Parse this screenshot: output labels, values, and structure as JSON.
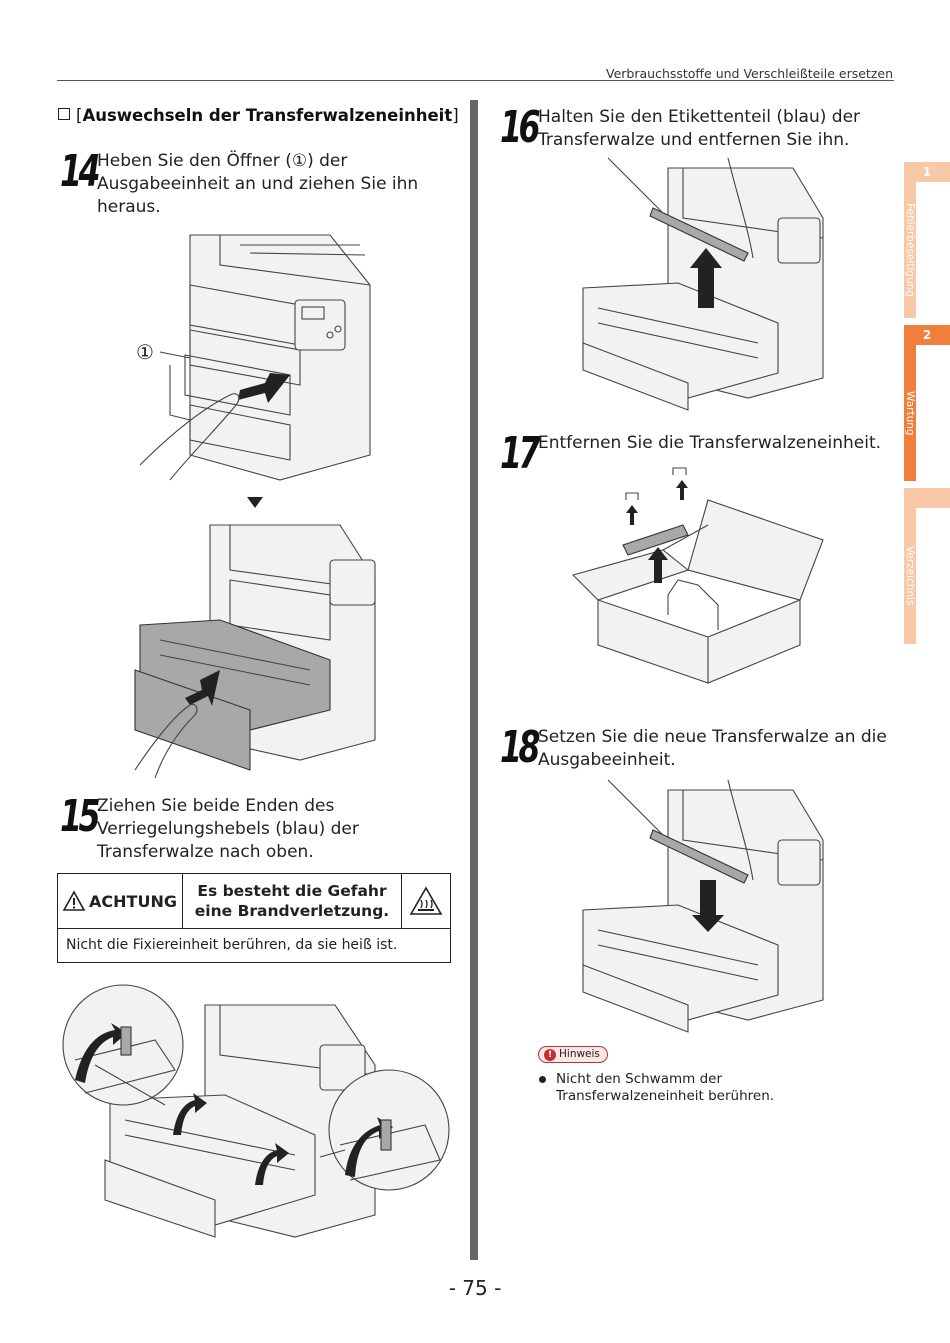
{
  "header": {
    "title": "Verbrauchsstoffe und Verschleißteile ersetzen"
  },
  "section": {
    "open": "[",
    "title": "Auswechseln der Transferwalzeneinheit",
    "close": "]"
  },
  "steps": [
    {
      "num": "14",
      "text": "Heben Sie den Öffner (①) der Ausgabeeinheit an und ziehen Sie ihn heraus."
    },
    {
      "num": "15",
      "text": "Ziehen Sie beide Enden des Verriegelungshebels (blau) der Transferwalze nach oben."
    },
    {
      "num": "16",
      "text": "Halten Sie den Etikettenteil (blau) der Transferwalze und entfernen Sie ihn."
    },
    {
      "num": "17",
      "text": "Entfernen Sie die Transferwalzeneinheit."
    },
    {
      "num": "18",
      "text": "Setzen Sie die neue Transferwalze an die Ausgabeeinheit."
    }
  ],
  "figure1": {
    "callout": "①"
  },
  "warning": {
    "label": "ACHTUNG",
    "message_line1": "Es besteht die Gefahr",
    "message_line2": "eine Brandverletzung.",
    "body": "Nicht die Fixiereinheit berühren, da sie heiß ist."
  },
  "side_tabs": [
    {
      "num": "1",
      "label": "Fehlerbeseitigung",
      "color": "#f9c8a6"
    },
    {
      "num": "2",
      "label": "Wartung",
      "color": "#f07f3c"
    },
    {
      "num": "",
      "label": "Verzeichnis",
      "color": "#f9c8a6"
    }
  ],
  "hint": {
    "badge": "Hinweis",
    "text": "Nicht den Schwamm der Transferwalzeneinheit berühren."
  },
  "page_number": "- 75 -"
}
